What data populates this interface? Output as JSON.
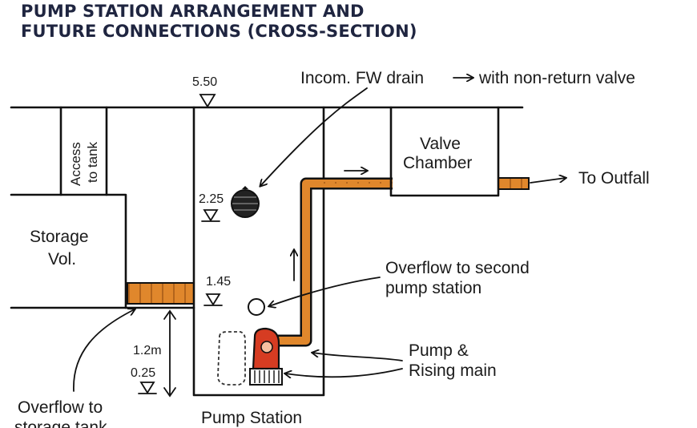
{
  "title": {
    "line1": "PUMP STATION ARRANGEMENT AND",
    "line2": "FUTURE CONNECTIONS (CROSS-SECTION)"
  },
  "labels": {
    "incoming_drain_a": "Incom. FW drain",
    "incoming_drain_b": "with non-return valve",
    "valve_chamber_1": "Valve",
    "valve_chamber_2": "Chamber",
    "to_outfall": "To Outfall",
    "access_1": "Access",
    "access_2": "to tank",
    "storage_1": "Storage",
    "storage_2": "Vol.",
    "overflow_second_1": "Overflow to second",
    "overflow_second_2": "pump station",
    "pump_1": "Pump &",
    "pump_2": "Rising main",
    "overflow_storage_1": "Overflow to",
    "overflow_storage_2": "storage tank",
    "pump_station": "Pump Station"
  },
  "levels": {
    "ground": "5.50",
    "drain_inlet": "2.25",
    "overflow": "1.45",
    "base": "0.25",
    "depth": "1.2m"
  },
  "colors": {
    "pipe": "#e0872c",
    "pump_body": "#d63c22",
    "ink": "#111111",
    "title": "#1f2540"
  }
}
